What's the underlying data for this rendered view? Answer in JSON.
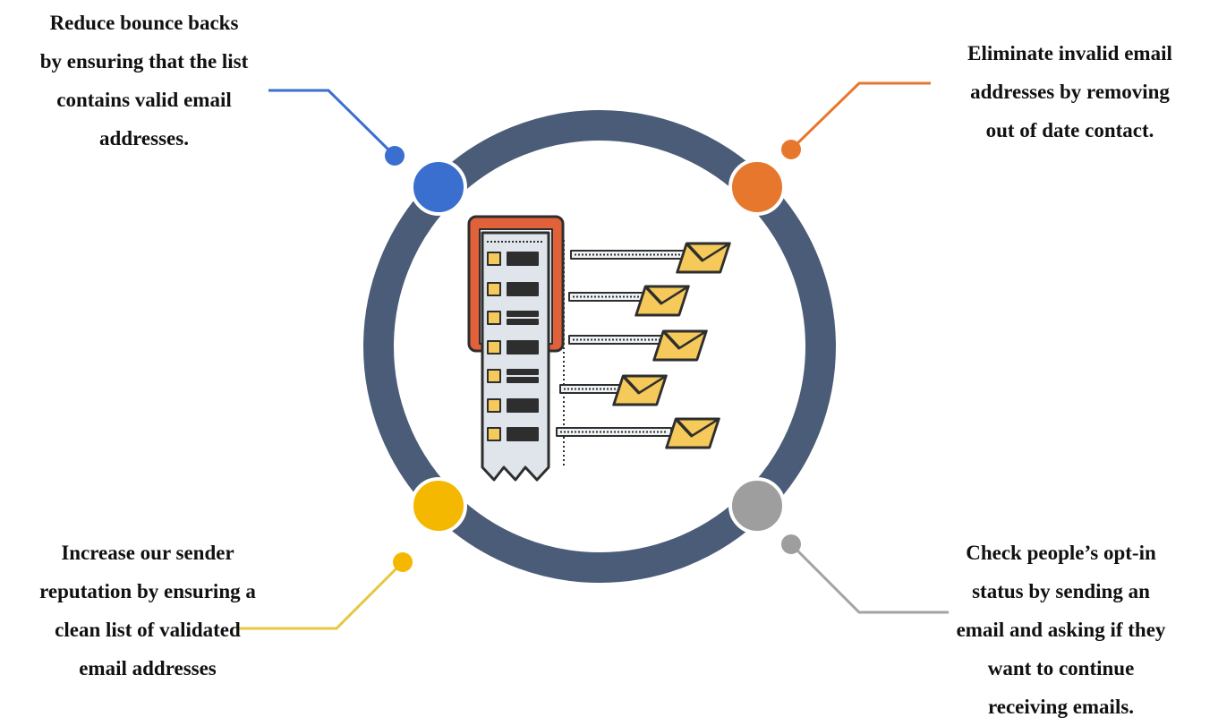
{
  "callouts": {
    "top_left": "Reduce bounce backs\nby ensuring that the list\ncontains valid email\naddresses.",
    "top_right": "Eliminate invalid email\naddresses by removing\nout of date contact.",
    "bottom_left": "Increase our sender\nreputation by ensuring a\nclean list of validated\nemail addresses",
    "bottom_right": "Check people’s opt-in\nstatus by sending an\nemail and asking if they\nwant to continue\nreceiving emails."
  },
  "colors": {
    "ring": "#4a5c78",
    "top_left": "#3a6fcf",
    "top_right": "#e8772e",
    "bottom_left": "#f5b800",
    "bottom_right": "#9e9e9e",
    "bottom_left_connector": "#e6c840",
    "bottom_right_connector": "#a3a3a3",
    "icon_outline": "#2e2e2e",
    "icon_frame": "#e0613a",
    "envelope_fill": "#f5c95a",
    "list_fill": "#dfe5ea"
  },
  "icons": {
    "center": "email-list-validation-icon",
    "envelopes": [
      "envelope-icon",
      "envelope-icon",
      "envelope-icon",
      "envelope-icon",
      "envelope-icon"
    ]
  }
}
